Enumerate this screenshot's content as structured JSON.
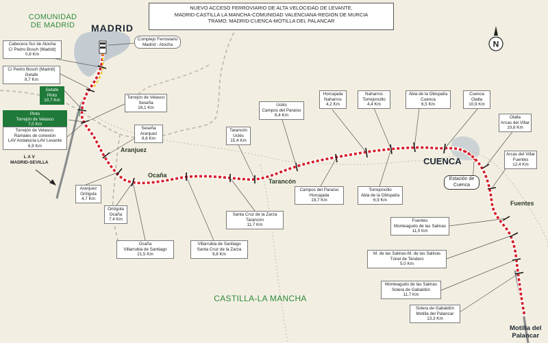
{
  "title_lines": [
    "NUEVO ACCESO FERROVIARIO DE ALTA VELOCIDAD DE LEVANTE.",
    "MADRID-CASTILLA LA MANCHA-COMUNIDAD VALENCIANA-REGION DE MURCIA",
    "TRAMO: MADRID-CUENCA-MOTILLA DEL PALANCAR"
  ],
  "regions": {
    "madrid_lines": [
      "COMUNIDAD",
      "DE MADRID"
    ],
    "castilla": "CASTILLA-LA MANCHA"
  },
  "cities": {
    "madrid": "MADRID",
    "cuenca": "CUENCA",
    "motilla_lines": [
      "Motilla del",
      "Palancar"
    ]
  },
  "towns": {
    "aranjuez": "Aranjuez",
    "ocana": "Ocaña",
    "tarancon": "Tarancón",
    "fuentes": "Fuentes"
  },
  "lav_lines": [
    "L A V",
    "MADRID-SEVILLA"
  ],
  "compass_letter": "N",
  "colors": {
    "route": "#d4202a",
    "green_box": "#1f7a3a",
    "region_text": "#2f8a3c",
    "grey_rail": "#8a8c8e",
    "background": "#f2efe2"
  },
  "labels": {
    "atocha": [
      "Cabecera Sur de Atocha",
      "C/ Pedro Bosch (Madrid)",
      "0,8 Km"
    ],
    "complejo": [
      "Complejo Ferroviario",
      "Madrid - Atocha"
    ],
    "pedrobosch": [
      "C/ Pedro Bosch (Madrid)",
      "Getafe",
      "8,7 Km"
    ],
    "getafe": [
      "Getafe",
      "Pinto",
      "10,7 Km"
    ],
    "pinto": [
      "Pinto",
      "Torrejón de Velasco",
      "7,0 Km"
    ],
    "ramales": [
      "Torrejón de Velasco.",
      "Ramales de conexión",
      "LAV Andalucía-LAV Levante",
      "6,9 Km"
    ],
    "torrejon_sesena": [
      "Torrejón de Velasco",
      "Seseña",
      "16,1 Km"
    ],
    "sesena": [
      "Seseña",
      "Aranjuez",
      "8,6 Km"
    ],
    "aranjuez_ontigola": [
      "Aranjuez",
      "Ontígola",
      "4,7 Km"
    ],
    "ontigola": [
      "Ontígola",
      "Ocaña",
      "7,4 Km"
    ],
    "ocana_villarrubia": [
      "Ocaña",
      "Villarrubia de Santiago",
      "21,5 Km"
    ],
    "villarrubia": [
      "Villarrubia de Santiago",
      "Santa Cruz de la Zarza",
      "9,8 Km"
    ],
    "santacruz": [
      "Santa Cruz de la Zarza",
      "Tarancón",
      "11,7 Km"
    ],
    "tarancon_ucles": [
      "Tarancón",
      "Uclés",
      "15,4 Km"
    ],
    "ucles": [
      "Uclés",
      "Campos del Paraíso",
      "8,4 Km"
    ],
    "campos": [
      "Campos del Paraíso",
      "Horcajada",
      "19,7 Km"
    ],
    "horcajada": [
      "Horcajada",
      "Naharros",
      "4,2 Km"
    ],
    "naharros": [
      "Naharros",
      "Torrejoncillo",
      "4,4 Km"
    ],
    "torrejoncillo": [
      "Torrejoncillo",
      "Abia de la Obispalía",
      "6,9 Km"
    ],
    "abia": [
      "Abia de la Obispalía",
      "Cuenca",
      "6,5 Km"
    ],
    "cuenca_olalla": [
      "Cuenca",
      "Olalla",
      "10,9 Km"
    ],
    "olalla": [
      "Olalla",
      "Arcas del Villar",
      "10,6 Km"
    ],
    "arcas": [
      "Arcas del Villar",
      "Fuentes",
      "12,4 Km"
    ],
    "estacion": [
      "Estación de",
      "Cuenca"
    ],
    "fuentes_monteagudo": [
      "Fuentes",
      "Monteagudo de las Salinas",
      "11,0 Km"
    ],
    "msalinas": [
      "M. de las Salinas-M. de las Salinas",
      "Túnel de Tendero",
      "5,0 Km"
    ],
    "monteagudo": [
      "Monteagudo de las Salinas",
      "Solera de Gabaldón",
      "11,7 Km"
    ],
    "solera": [
      "Solera de Gabaldón",
      "Motilla del Palancar",
      "13,3 Km"
    ]
  }
}
